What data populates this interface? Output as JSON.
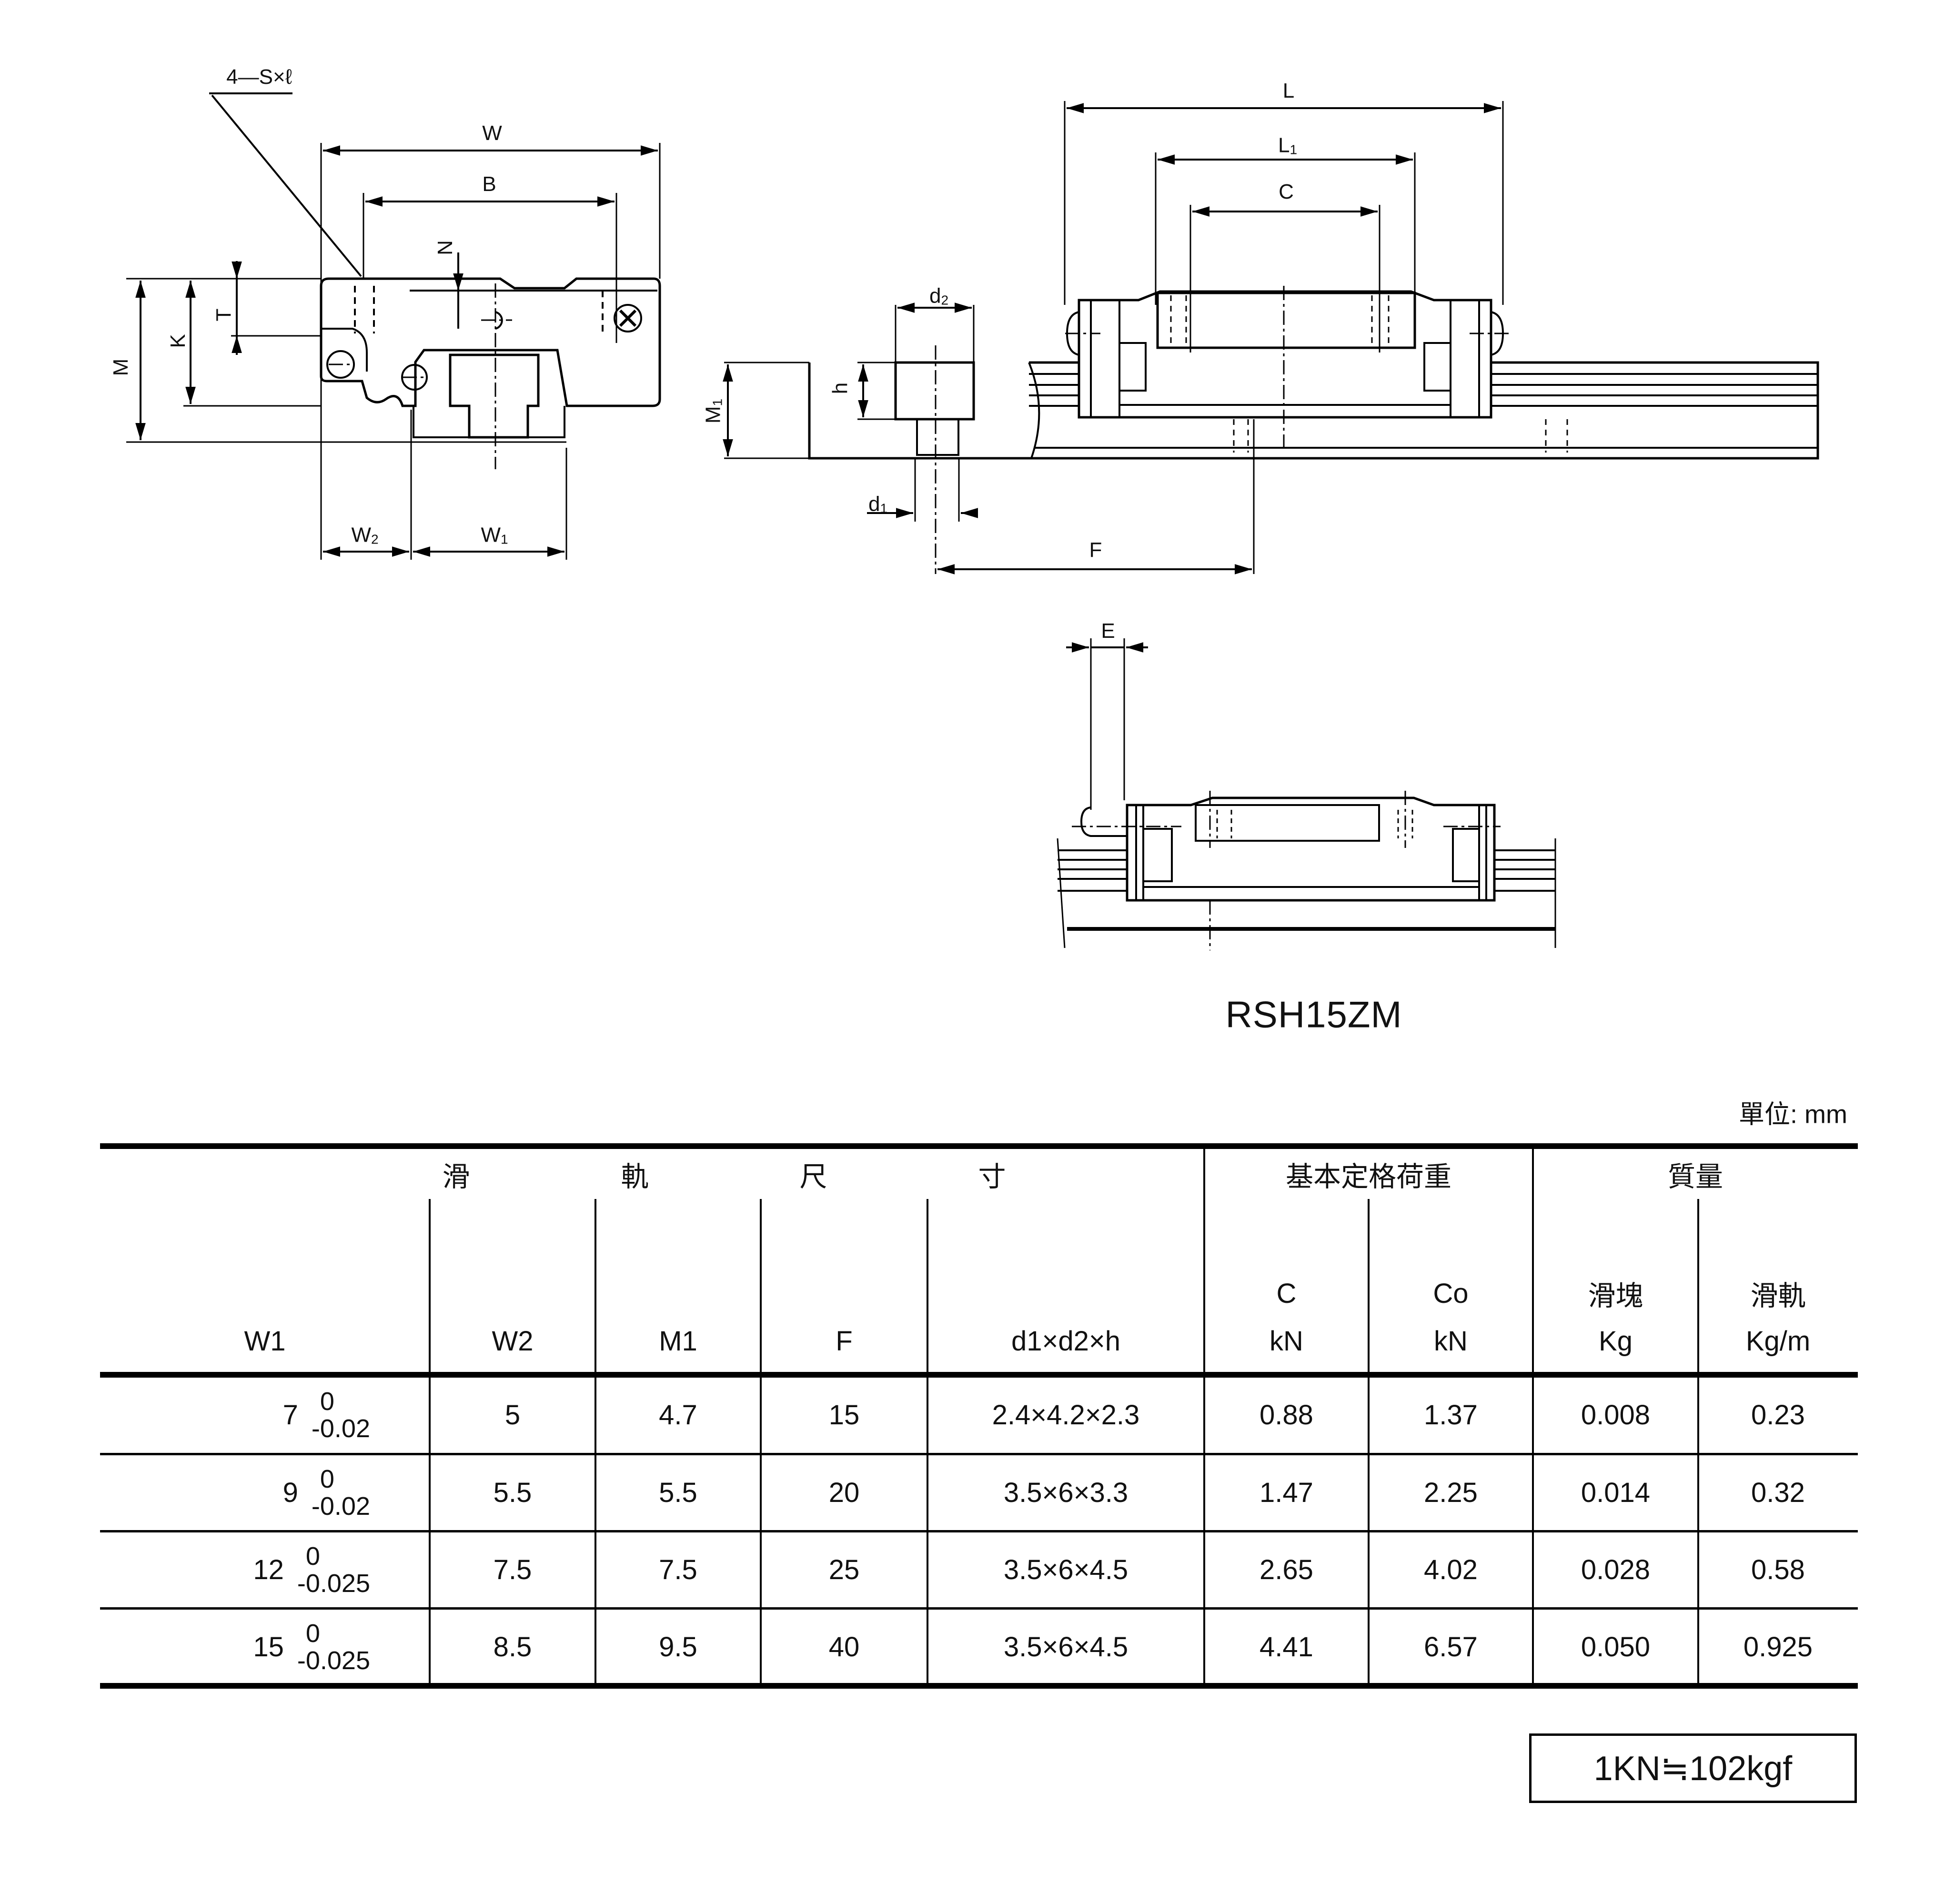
{
  "drawing": {
    "front_view": {
      "callout": "4—S×ℓ",
      "dims": {
        "W": "W",
        "B": "B",
        "N": "N",
        "T": "T",
        "K": "K",
        "M": "M",
        "W2": "W",
        "W2_sub": "2",
        "W1": "W",
        "W1_sub": "1"
      }
    },
    "side_view": {
      "dims": {
        "L": "L",
        "L1": "L",
        "L1_sub": "1",
        "C": "C",
        "d2": "d",
        "d2_sub": "2",
        "h": "h",
        "M1": "M",
        "M1_sub": "1",
        "d1": "d",
        "d1_sub": "1",
        "F": "F"
      }
    },
    "variant_view": {
      "dims": {
        "E": "E"
      },
      "caption": "RSH15ZM"
    }
  },
  "table": {
    "unit_label": "單位: mm",
    "group_headers": {
      "rail_dimensions": [
        "滑",
        "軌",
        "尺",
        "寸"
      ],
      "load_rating": "基本定格荷重",
      "mass": "質量"
    },
    "columns": [
      {
        "key": "W1",
        "line1": "",
        "line2": "W1"
      },
      {
        "key": "W2",
        "line1": "",
        "line2": "W2"
      },
      {
        "key": "M1",
        "line1": "",
        "line2": "M1"
      },
      {
        "key": "F",
        "line1": "",
        "line2": "F"
      },
      {
        "key": "d1xd2xh",
        "line1": "",
        "line2": "d1×d2×h"
      },
      {
        "key": "C",
        "line1": "C",
        "line2": "kN"
      },
      {
        "key": "Co",
        "line1": "Co",
        "line2": "kN"
      },
      {
        "key": "block_mass",
        "line1": "滑塊",
        "line2": "Kg"
      },
      {
        "key": "rail_mass",
        "line1": "滑軌",
        "line2": "Kg/m"
      }
    ],
    "rows": [
      {
        "W1": "7",
        "W1_tol_upper": "0",
        "W1_tol_lower": "-0.02",
        "W2": "5",
        "M1": "4.7",
        "F": "15",
        "d1xd2xh": "2.4×4.2×2.3",
        "C": "0.88",
        "Co": "1.37",
        "block_mass": "0.008",
        "rail_mass": "0.23"
      },
      {
        "W1": "9",
        "W1_tol_upper": "0",
        "W1_tol_lower": "-0.02",
        "W2": "5.5",
        "M1": "5.5",
        "F": "20",
        "d1xd2xh": "3.5×6×3.3",
        "C": "1.47",
        "Co": "2.25",
        "block_mass": "0.014",
        "rail_mass": "0.32"
      },
      {
        "W1": "12",
        "W1_tol_upper": "0",
        "W1_tol_lower": "-0.025",
        "W2": "7.5",
        "M1": "7.5",
        "F": "25",
        "d1xd2xh": "3.5×6×4.5",
        "C": "2.65",
        "Co": "4.02",
        "block_mass": "0.028",
        "rail_mass": "0.58"
      },
      {
        "W1": "15",
        "W1_tol_upper": "0",
        "W1_tol_lower": "-0.025",
        "W2": "8.5",
        "M1": "9.5",
        "F": "40",
        "d1xd2xh": "3.5×6×4.5",
        "C": "4.41",
        "Co": "6.57",
        "block_mass": "0.050",
        "rail_mass": "0.925"
      }
    ],
    "conversion_note": "1KN≒102kgf"
  }
}
